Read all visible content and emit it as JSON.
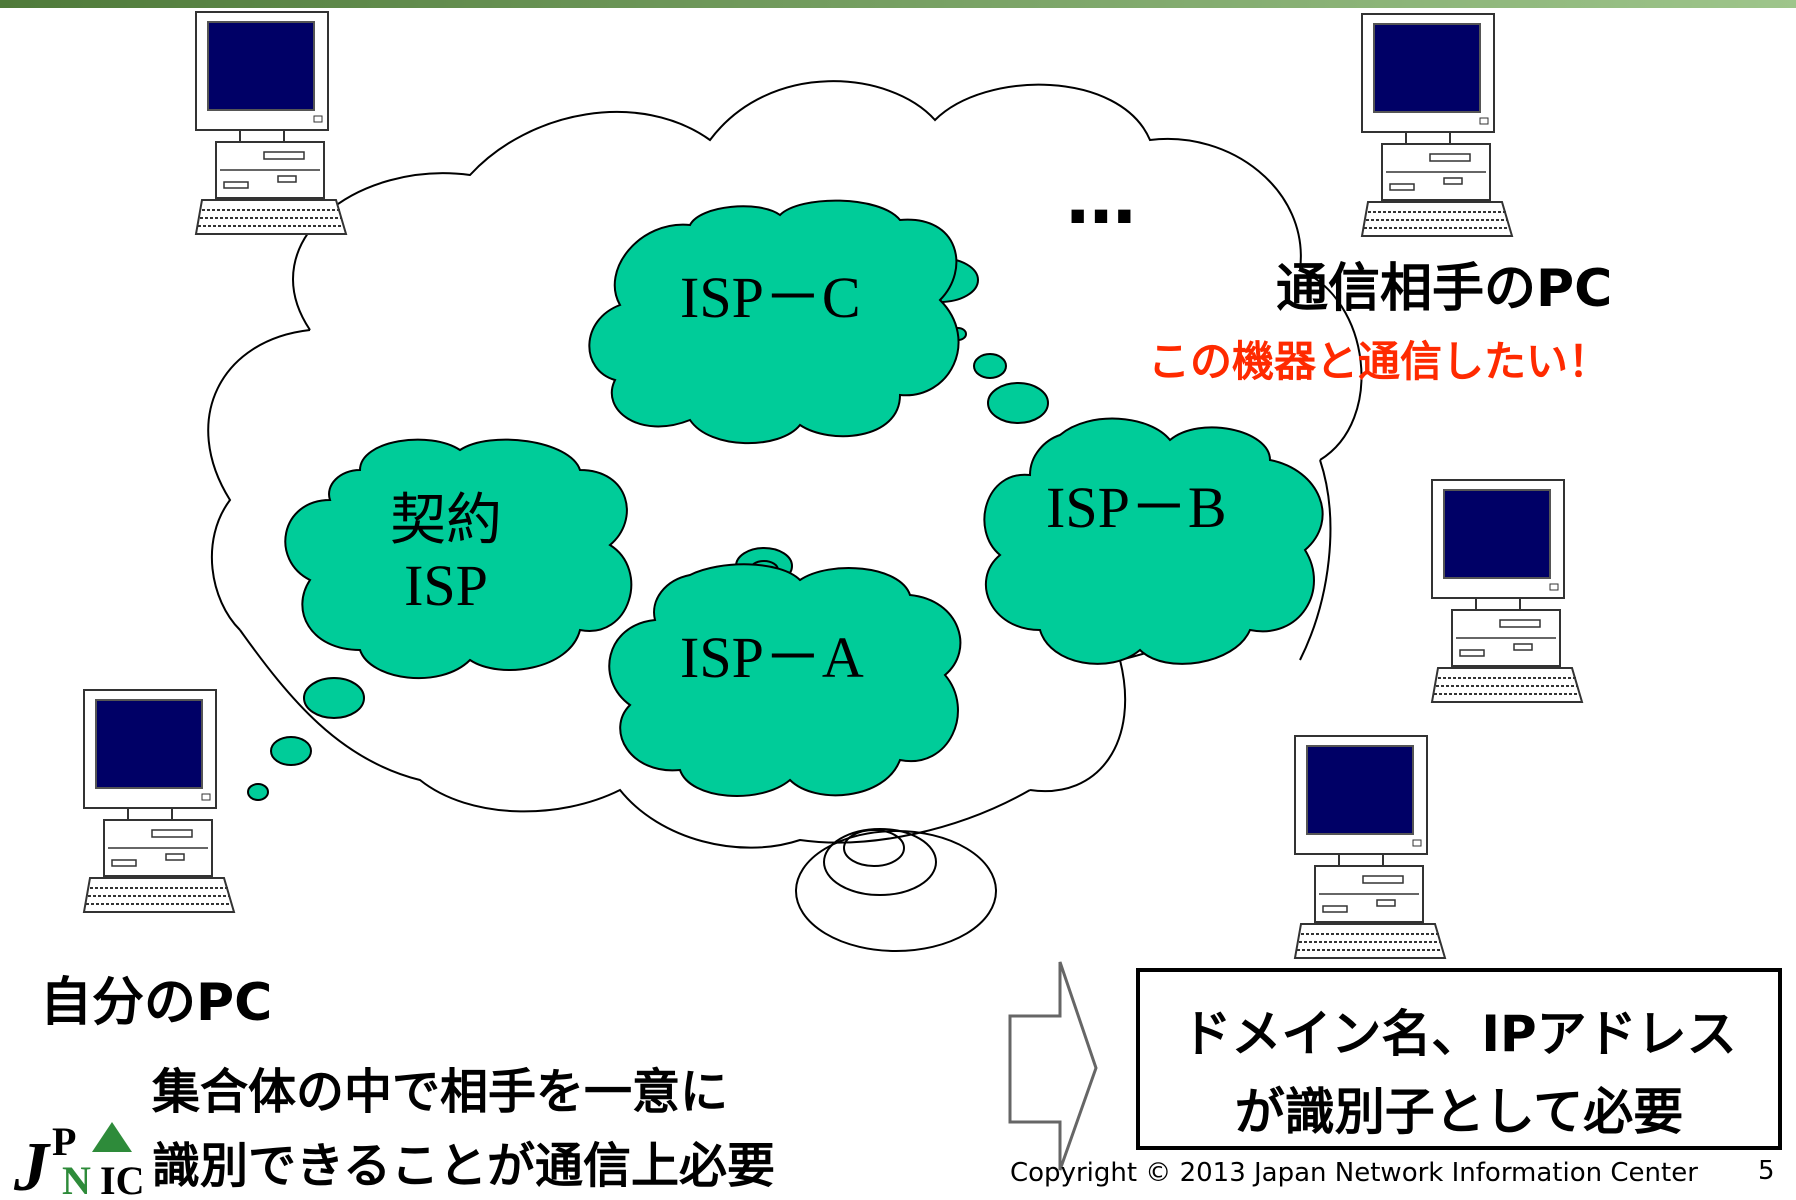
{
  "labels": {
    "isp_c": "ISP－C",
    "isp_b": "ISP－B",
    "isp_a": "ISP－A",
    "contract_isp_line1": "契約",
    "contract_isp_line2": "ISP",
    "ellipsis": "…",
    "peer_pc": "通信相手のPC",
    "peer_note": "この機器と通信したい！",
    "my_pc": "自分のPC",
    "caption_line1": "集合体の中で相手を一意に",
    "caption_line2": "識別できることが通信上必要",
    "box_line1": "ドメイン名、IPアドレス",
    "box_line2": "が識別子として必要"
  },
  "footer": {
    "copyright": "Copyright © 2013 Japan Network Information Center",
    "page_number": "5",
    "logo_text": "JPNIC"
  },
  "colors": {
    "isp_fill": "#00cc99",
    "note_red": "#ff2a00",
    "monitor_screen": "#000066",
    "top_bar": "#6fa055",
    "logo_triangle": "#2e8b3a"
  },
  "icons": [
    "computer-icon",
    "logo"
  ]
}
